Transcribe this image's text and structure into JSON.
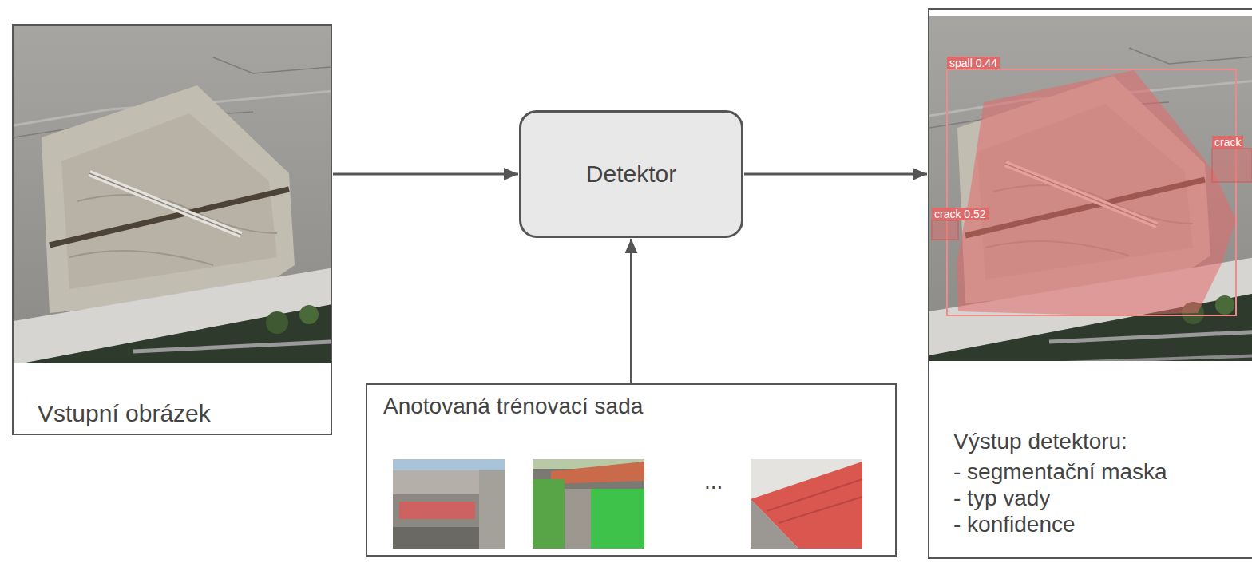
{
  "diagram": {
    "nodes": [
      {
        "text": [
          "Vstupní obrázek"
        ]
      },
      {
        "text": [
          "Detektor"
        ]
      },
      {
        "text": [
          "Anotovaná trénovací sada",
          "..."
        ]
      },
      {
        "text": [
          "Výstup detektoru:",
          "- segmentační maska",
          "- typ vady",
          "- konfidence"
        ]
      }
    ],
    "edges": [
      {
        "from": 0,
        "to": 1,
        "arrow": "to"
      },
      {
        "from": 1,
        "to": 3,
        "arrow": "to"
      },
      {
        "from": 2,
        "to": 1,
        "arrow": "to"
      }
    ],
    "labels": [
      "spall 0.44",
      "crack 0.52",
      "crack"
    ]
  }
}
